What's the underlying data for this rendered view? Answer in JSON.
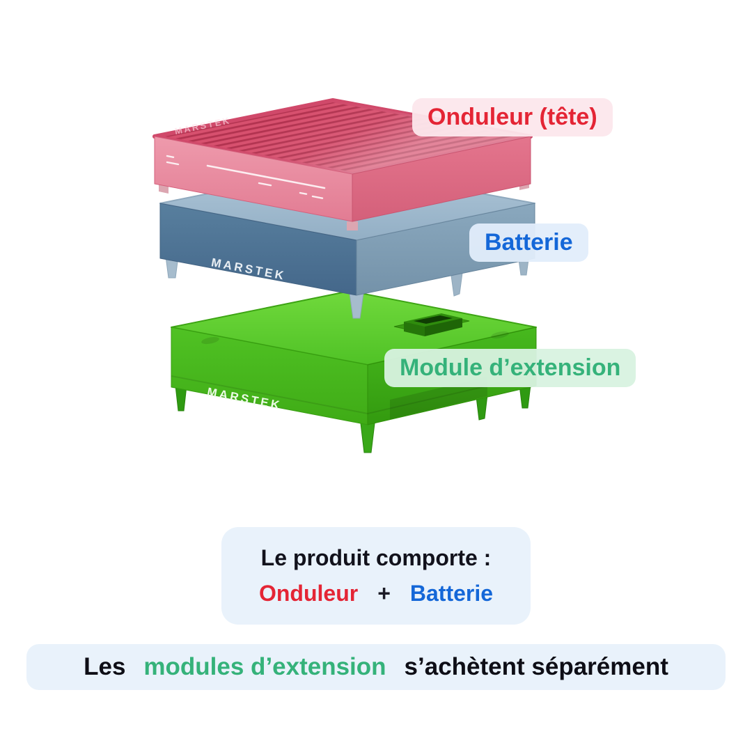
{
  "brand": "MARSTEK",
  "callouts": {
    "inverter": {
      "label": "Onduleur (tête)",
      "text_color": "#e42535",
      "bg": "#fce7ea"
    },
    "battery": {
      "label": "Batterie",
      "text_color": "#1467d8",
      "bg": "#e2edfb"
    },
    "extension": {
      "label": "Module d’extension",
      "text_color": "#35b27a",
      "bg": "#d8f2e0"
    }
  },
  "product_box": {
    "bg": "#e9f2fb",
    "title": "Le produit comporte :",
    "item_inverter": "Onduleur",
    "plus": "+",
    "item_battery": "Batterie",
    "inverter_color": "#e42535",
    "battery_color": "#1467d8"
  },
  "footnote": {
    "bg": "#e9f2fb",
    "lead": "Les",
    "highlight": "modules d’extension",
    "rest": "s’achètent séparément",
    "highlight_color": "#35b27a",
    "text_color": "#0e0e16"
  },
  "diagram": {
    "inverter_color": "#d7506e",
    "battery_color": "#4e7594",
    "extension_color": "#4abc1e"
  }
}
